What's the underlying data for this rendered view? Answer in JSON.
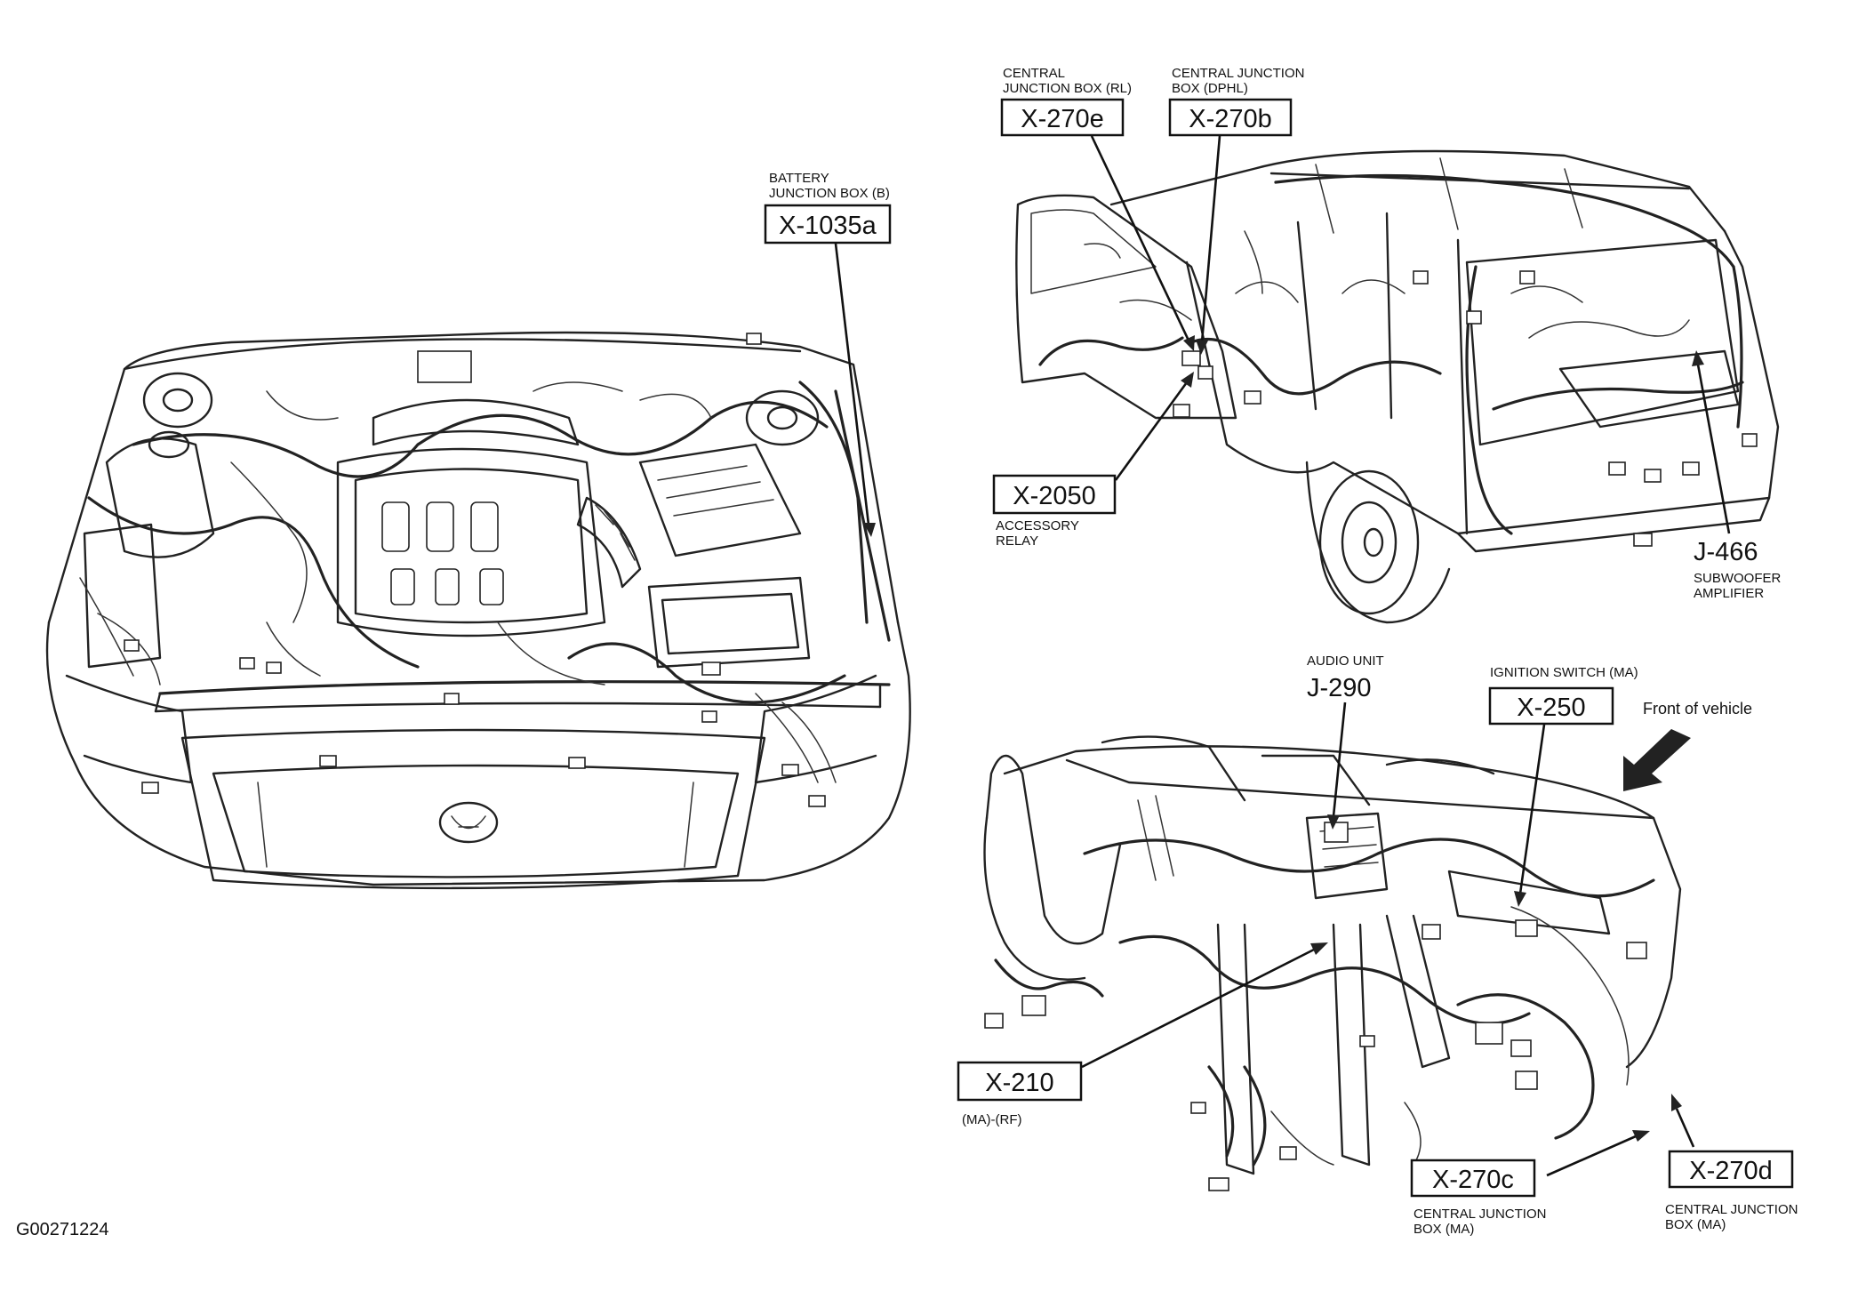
{
  "diagram_code": "G00271224",
  "front_label": "Front of vehicle",
  "callouts": {
    "x1035a": {
      "code": "X-1035a",
      "desc_1": "BATTERY",
      "desc_2": "JUNCTION BOX (B)"
    },
    "x270e": {
      "code": "X-270e",
      "desc_1": "CENTRAL",
      "desc_2": "JUNCTION BOX (RL)"
    },
    "x270b": {
      "code": "X-270b",
      "desc_1": "CENTRAL JUNCTION",
      "desc_2": "BOX (DPHL)"
    },
    "x2050": {
      "code": "X-2050",
      "desc_1": "ACCESSORY",
      "desc_2": "RELAY"
    },
    "j466": {
      "code": "J-466",
      "desc_1": "SUBWOOFER",
      "desc_2": "AMPLIFIER"
    },
    "j290": {
      "code": "J-290",
      "desc_1": "AUDIO UNIT"
    },
    "x250": {
      "code": "X-250",
      "desc_1": "IGNITION SWITCH (MA)"
    },
    "x210": {
      "code": "X-210",
      "desc_1": "(MA)-(RF)"
    },
    "x270c": {
      "code": "X-270c",
      "desc_1": "CENTRAL JUNCTION",
      "desc_2": "BOX (MA)"
    },
    "x270d": {
      "code": "X-270d",
      "desc_1": "CENTRAL JUNCTION",
      "desc_2": "BOX (MA)"
    }
  },
  "icons": [
    "front-direction-arrow-icon"
  ]
}
